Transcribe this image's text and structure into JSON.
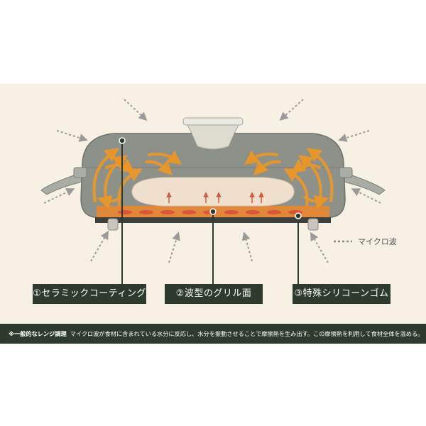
{
  "legend": {
    "label": "マイクロ波"
  },
  "labels": [
    {
      "text": "①セラミックコーティング"
    },
    {
      "text": "②波型のグリル面"
    },
    {
      "text": "③特殊シリコーンゴム"
    }
  ],
  "footer": {
    "lead": "※一般的なレンジ調理",
    "text": "マイクロ波が食材に含まれている水分に反応し、水分を振動させることで摩擦熱を生み出す。この摩擦熱を利用して食材全体を温める。"
  },
  "colors": {
    "panel": "#f6f1e3",
    "dark_green": "#2d3b2f",
    "pan_body": "#8c918a",
    "heat_arrow": "#e8962a",
    "food": "#eee0cc"
  }
}
